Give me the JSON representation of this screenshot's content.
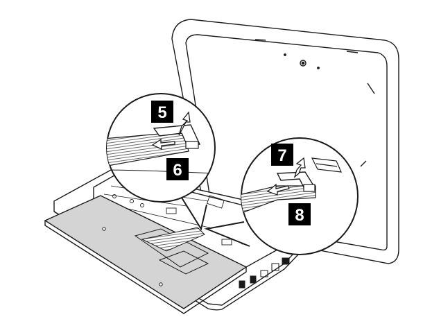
{
  "figure": {
    "step_labels": [
      "5",
      "6",
      "7",
      "8"
    ],
    "colors": {
      "line": "#1a1a1a",
      "keyboard_fill": "#d4d4d4",
      "label_bg": "#000000",
      "label_text": "#ffffff"
    }
  }
}
